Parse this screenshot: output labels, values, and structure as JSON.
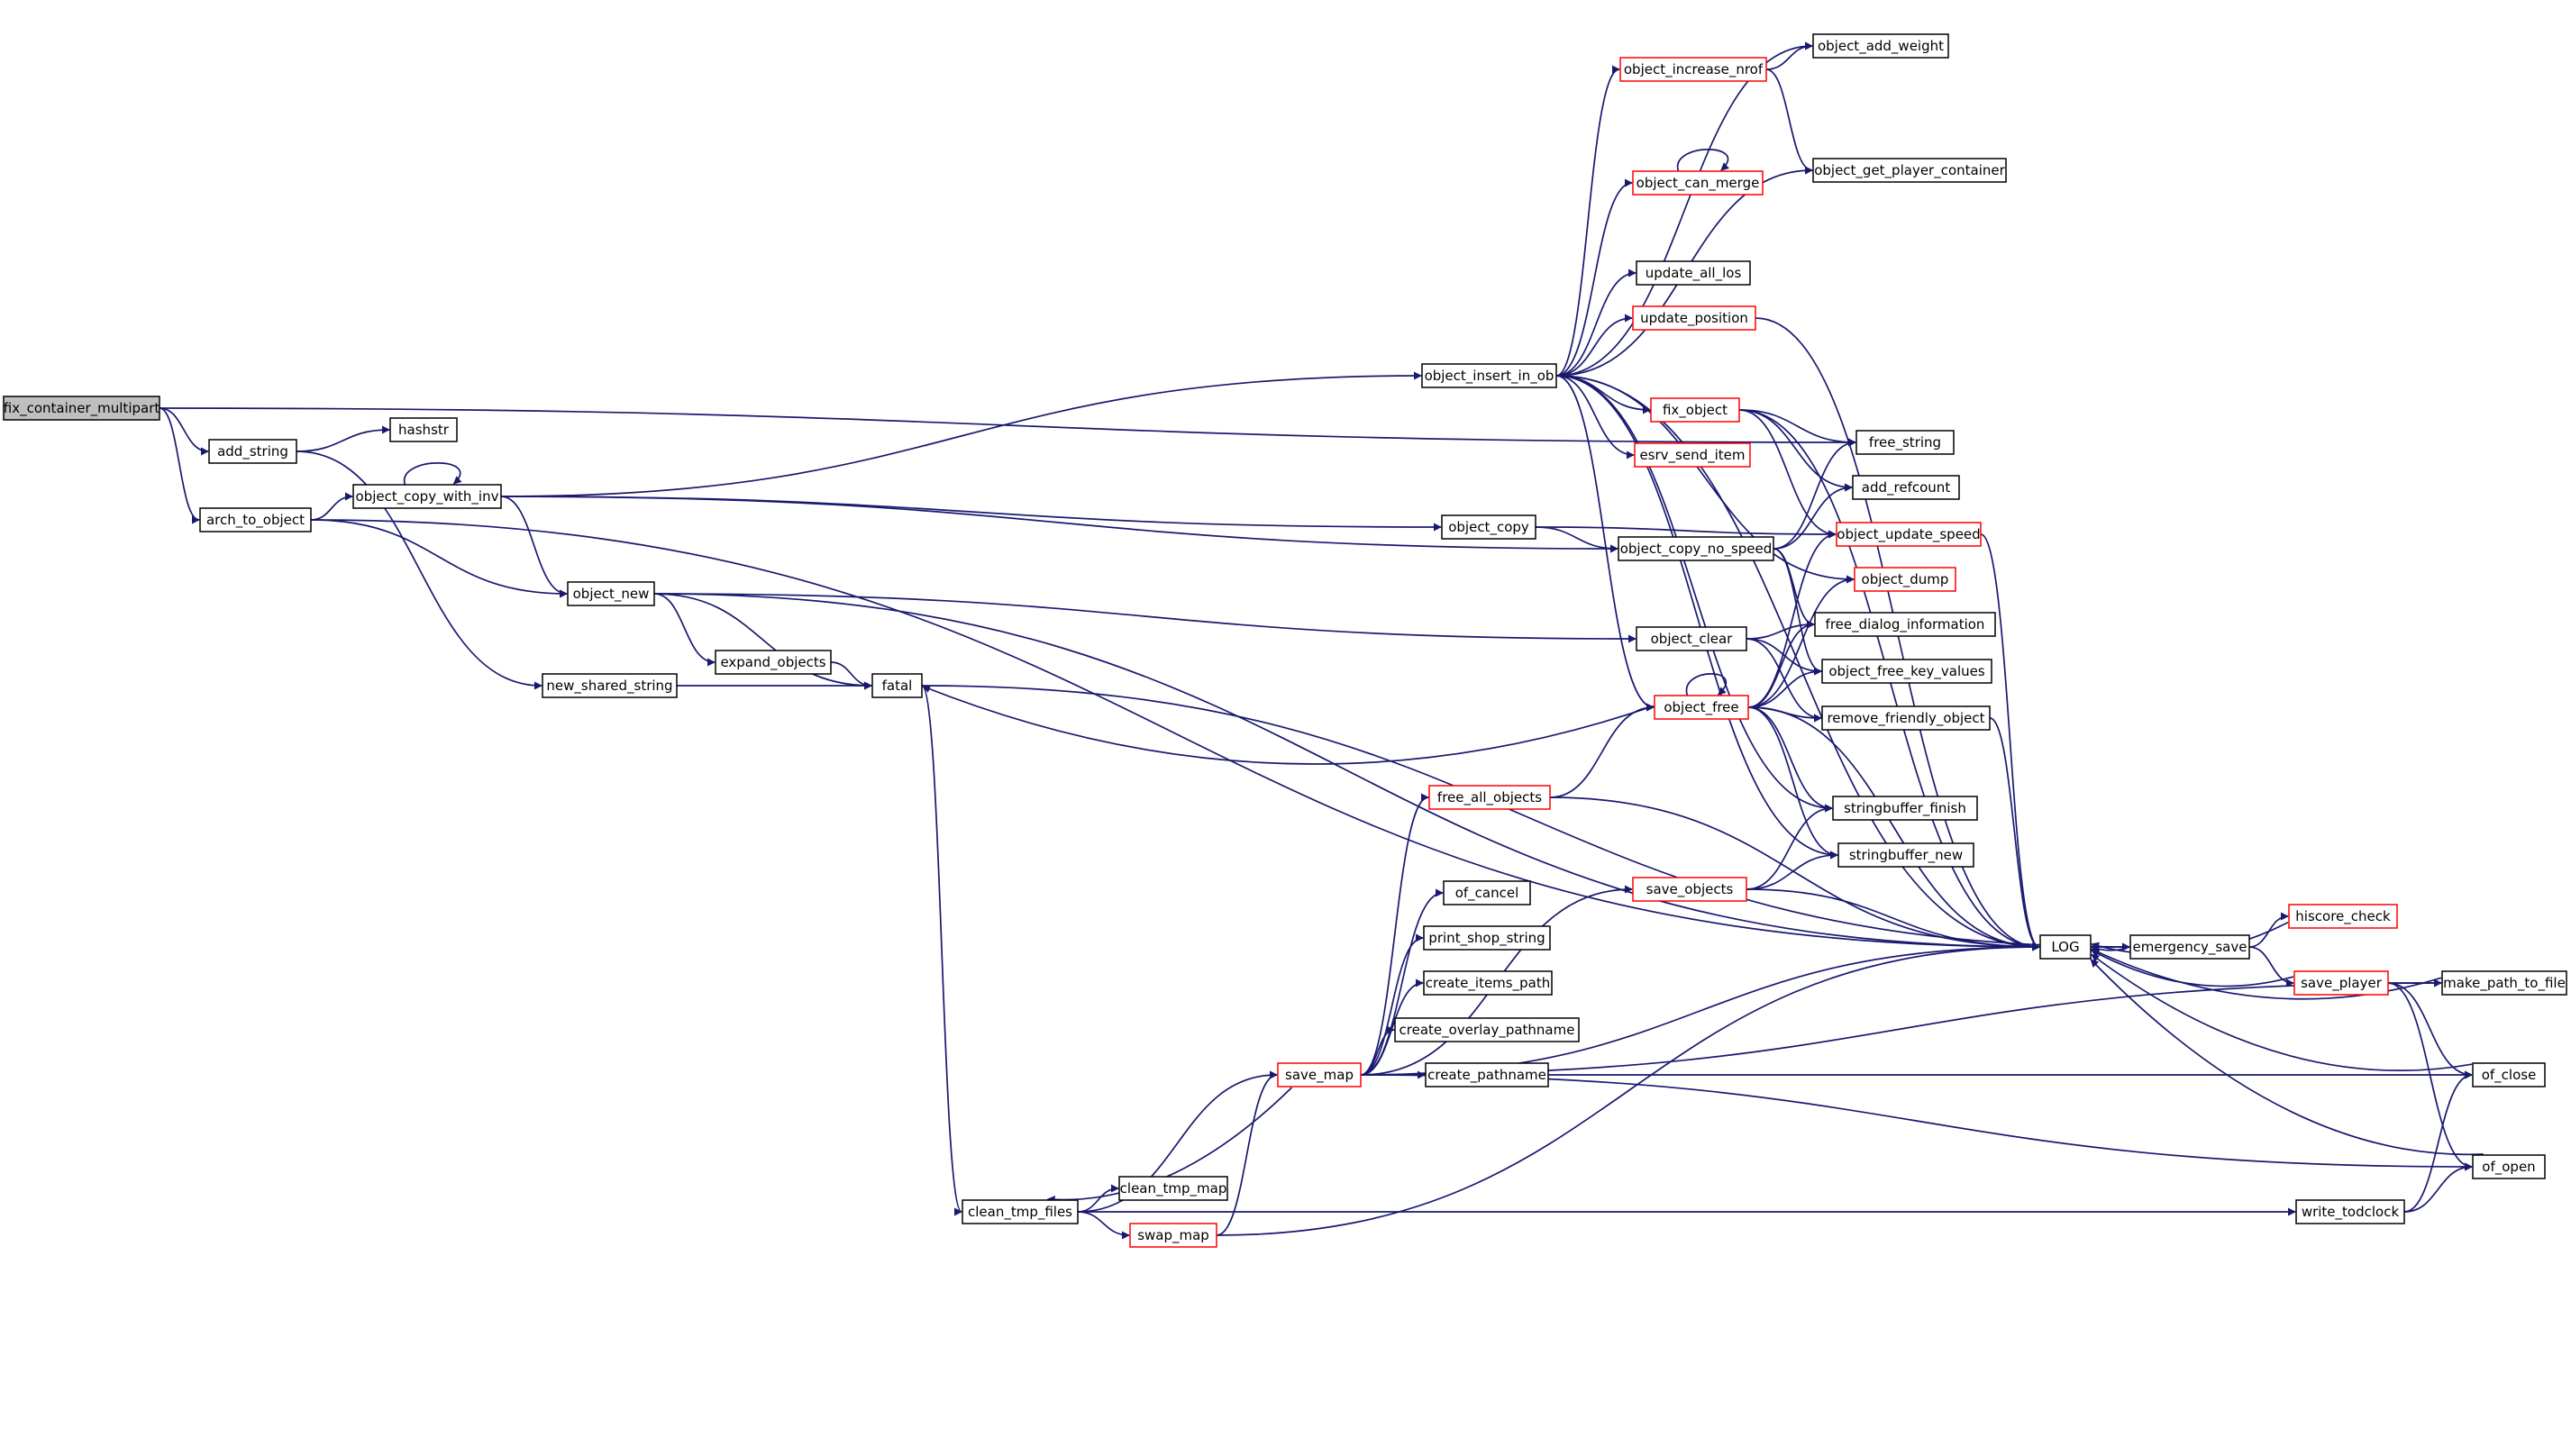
{
  "graph": {
    "edge_color": "#191970",
    "nodes": [
      {
        "id": "fix_container_multipart",
        "label": "fix_container_multipart",
        "border": "root"
      },
      {
        "id": "add_string",
        "label": "add_string",
        "border": "black"
      },
      {
        "id": "arch_to_object",
        "label": "arch_to_object",
        "border": "black"
      },
      {
        "id": "hashstr",
        "label": "hashstr",
        "border": "black"
      },
      {
        "id": "new_shared_string",
        "label": "new_shared_string",
        "border": "black"
      },
      {
        "id": "object_copy_with_inv",
        "label": "object_copy_with_inv",
        "border": "black"
      },
      {
        "id": "object_new",
        "label": "object_new",
        "border": "black"
      },
      {
        "id": "expand_objects",
        "label": "expand_objects",
        "border": "black"
      },
      {
        "id": "fatal",
        "label": "fatal",
        "border": "black"
      },
      {
        "id": "clean_tmp_files",
        "label": "clean_tmp_files",
        "border": "black"
      },
      {
        "id": "clean_tmp_map",
        "label": "clean_tmp_map",
        "border": "black"
      },
      {
        "id": "swap_map",
        "label": "swap_map",
        "border": "red"
      },
      {
        "id": "save_map",
        "label": "save_map",
        "border": "red"
      },
      {
        "id": "object_insert_in_ob",
        "label": "object_insert_in_ob",
        "border": "black"
      },
      {
        "id": "object_copy",
        "label": "object_copy",
        "border": "black"
      },
      {
        "id": "object_copy_no_speed",
        "label": "object_copy_no_speed",
        "border": "black"
      },
      {
        "id": "object_clear",
        "label": "object_clear",
        "border": "black"
      },
      {
        "id": "object_increase_nrof",
        "label": "object_increase_nrof",
        "border": "red"
      },
      {
        "id": "object_can_merge",
        "label": "object_can_merge",
        "border": "red"
      },
      {
        "id": "update_all_los",
        "label": "update_all_los",
        "border": "black"
      },
      {
        "id": "update_position",
        "label": "update_position",
        "border": "red"
      },
      {
        "id": "fix_object",
        "label": "fix_object",
        "border": "red"
      },
      {
        "id": "esrv_send_item",
        "label": "esrv_send_item",
        "border": "red"
      },
      {
        "id": "object_free",
        "label": "object_free",
        "border": "red"
      },
      {
        "id": "free_all_objects",
        "label": "free_all_objects",
        "border": "red"
      },
      {
        "id": "save_objects",
        "label": "save_objects",
        "border": "red"
      },
      {
        "id": "of_cancel",
        "label": "of_cancel",
        "border": "black"
      },
      {
        "id": "print_shop_string",
        "label": "print_shop_string",
        "border": "black"
      },
      {
        "id": "create_items_path",
        "label": "create_items_path",
        "border": "black"
      },
      {
        "id": "create_overlay_pathname",
        "label": "create_overlay_pathname",
        "border": "black"
      },
      {
        "id": "create_pathname",
        "label": "create_pathname",
        "border": "black"
      },
      {
        "id": "object_add_weight",
        "label": "object_add_weight",
        "border": "black"
      },
      {
        "id": "object_get_player_container",
        "label": "object_get_player_container",
        "border": "black"
      },
      {
        "id": "free_string",
        "label": "free_string",
        "border": "black"
      },
      {
        "id": "add_refcount",
        "label": "add_refcount",
        "border": "black"
      },
      {
        "id": "object_update_speed",
        "label": "object_update_speed",
        "border": "red"
      },
      {
        "id": "object_dump",
        "label": "object_dump",
        "border": "red"
      },
      {
        "id": "free_dialog_information",
        "label": "free_dialog_information",
        "border": "black"
      },
      {
        "id": "object_free_key_values",
        "label": "object_free_key_values",
        "border": "black"
      },
      {
        "id": "remove_friendly_object",
        "label": "remove_friendly_object",
        "border": "black"
      },
      {
        "id": "stringbuffer_finish",
        "label": "stringbuffer_finish",
        "border": "black"
      },
      {
        "id": "stringbuffer_new",
        "label": "stringbuffer_new",
        "border": "black"
      },
      {
        "id": "LOG",
        "label": "LOG",
        "border": "black"
      },
      {
        "id": "emergency_save",
        "label": "emergency_save",
        "border": "black"
      },
      {
        "id": "hiscore_check",
        "label": "hiscore_check",
        "border": "red"
      },
      {
        "id": "save_player",
        "label": "save_player",
        "border": "red"
      },
      {
        "id": "make_path_to_file",
        "label": "make_path_to_file",
        "border": "black"
      },
      {
        "id": "of_close",
        "label": "of_close",
        "border": "black"
      },
      {
        "id": "of_open",
        "label": "of_open",
        "border": "black"
      },
      {
        "id": "write_todclock",
        "label": "write_todclock",
        "border": "black"
      }
    ],
    "edges": [
      [
        "fix_container_multipart",
        "add_string"
      ],
      [
        "fix_container_multipart",
        "arch_to_object"
      ],
      [
        "fix_container_multipart",
        "free_string"
      ],
      [
        "add_string",
        "hashstr"
      ],
      [
        "add_string",
        "new_shared_string"
      ],
      [
        "arch_to_object",
        "object_copy_with_inv"
      ],
      [
        "arch_to_object",
        "object_new"
      ],
      [
        "arch_to_object",
        "LOG"
      ],
      [
        "new_shared_string",
        "fatal"
      ],
      [
        "object_copy_with_inv",
        "object_copy_with_inv"
      ],
      [
        "object_copy_with_inv",
        "object_insert_in_ob"
      ],
      [
        "object_copy_with_inv",
        "object_copy_no_speed"
      ],
      [
        "object_copy_with_inv",
        "object_copy"
      ],
      [
        "object_copy_with_inv",
        "object_new"
      ],
      [
        "object_new",
        "expand_objects"
      ],
      [
        "object_new",
        "fatal"
      ],
      [
        "object_new",
        "object_clear"
      ],
      [
        "object_new",
        "LOG"
      ],
      [
        "expand_objects",
        "fatal"
      ],
      [
        "fatal",
        "emergency_save"
      ],
      [
        "fatal",
        "clean_tmp_files"
      ],
      [
        "clean_tmp_files",
        "save_map"
      ],
      [
        "clean_tmp_files",
        "clean_tmp_map"
      ],
      [
        "clean_tmp_files",
        "swap_map"
      ],
      [
        "clean_tmp_files",
        "write_todclock"
      ],
      [
        "swap_map",
        "save_map"
      ],
      [
        "swap_map",
        "LOG"
      ],
      [
        "save_map",
        "free_all_objects"
      ],
      [
        "save_map",
        "save_objects"
      ],
      [
        "save_map",
        "of_cancel"
      ],
      [
        "save_map",
        "print_shop_string"
      ],
      [
        "save_map",
        "create_items_path"
      ],
      [
        "save_map",
        "create_overlay_pathname"
      ],
      [
        "save_map",
        "create_pathname"
      ],
      [
        "save_map",
        "LOG"
      ],
      [
        "save_map",
        "make_path_to_file"
      ],
      [
        "save_map",
        "of_close"
      ],
      [
        "save_map",
        "of_open"
      ],
      [
        "save_map",
        "clean_tmp_files"
      ],
      [
        "object_insert_in_ob",
        "object_increase_nrof"
      ],
      [
        "object_insert_in_ob",
        "object_can_merge"
      ],
      [
        "object_insert_in_ob",
        "update_all_los"
      ],
      [
        "object_insert_in_ob",
        "update_position"
      ],
      [
        "object_insert_in_ob",
        "fix_object"
      ],
      [
        "object_insert_in_ob",
        "esrv_send_item"
      ],
      [
        "object_insert_in_ob",
        "object_add_weight"
      ],
      [
        "object_insert_in_ob",
        "object_get_player_container"
      ],
      [
        "object_insert_in_ob",
        "LOG"
      ],
      [
        "object_insert_in_ob",
        "object_free"
      ],
      [
        "object_insert_in_ob",
        "object_dump"
      ],
      [
        "object_insert_in_ob",
        "stringbuffer_finish"
      ],
      [
        "object_insert_in_ob",
        "stringbuffer_new"
      ],
      [
        "object_increase_nrof",
        "object_add_weight"
      ],
      [
        "object_increase_nrof",
        "object_get_player_container"
      ],
      [
        "object_can_merge",
        "object_can_merge"
      ],
      [
        "update_position",
        "LOG"
      ],
      [
        "fix_object",
        "free_string"
      ],
      [
        "fix_object",
        "add_refcount"
      ],
      [
        "fix_object",
        "object_update_speed"
      ],
      [
        "fix_object",
        "LOG"
      ],
      [
        "object_copy",
        "object_copy_no_speed"
      ],
      [
        "object_copy",
        "object_update_speed"
      ],
      [
        "object_copy_no_speed",
        "free_string"
      ],
      [
        "object_copy_no_speed",
        "add_refcount"
      ],
      [
        "object_copy_no_speed",
        "free_dialog_information"
      ],
      [
        "object_copy_no_speed",
        "object_free_key_values"
      ],
      [
        "object_clear",
        "free_dialog_information"
      ],
      [
        "object_clear",
        "object_free_key_values"
      ],
      [
        "object_clear",
        "remove_friendly_object"
      ],
      [
        "object_free",
        "object_free"
      ],
      [
        "object_free",
        "object_update_speed"
      ],
      [
        "object_free",
        "object_dump"
      ],
      [
        "object_free",
        "free_dialog_information"
      ],
      [
        "object_free",
        "object_free_key_values"
      ],
      [
        "object_free",
        "remove_friendly_object"
      ],
      [
        "object_free",
        "stringbuffer_finish"
      ],
      [
        "object_free",
        "stringbuffer_new"
      ],
      [
        "object_free",
        "LOG"
      ],
      [
        "object_free",
        "fatal"
      ],
      [
        "free_all_objects",
        "object_free"
      ],
      [
        "free_all_objects",
        "LOG"
      ],
      [
        "save_objects",
        "stringbuffer_finish"
      ],
      [
        "save_objects",
        "stringbuffer_new"
      ],
      [
        "save_objects",
        "LOG"
      ],
      [
        "object_update_speed",
        "LOG"
      ],
      [
        "remove_friendly_object",
        "LOG"
      ],
      [
        "LOG",
        "emergency_save"
      ],
      [
        "emergency_save",
        "hiscore_check"
      ],
      [
        "emergency_save",
        "save_player"
      ],
      [
        "emergency_save",
        "LOG"
      ],
      [
        "hiscore_check",
        "LOG"
      ],
      [
        "save_player",
        "make_path_to_file"
      ],
      [
        "save_player",
        "of_close"
      ],
      [
        "save_player",
        "of_open"
      ],
      [
        "save_player",
        "LOG"
      ],
      [
        "make_path_to_file",
        "LOG"
      ],
      [
        "of_close",
        "LOG"
      ],
      [
        "of_open",
        "LOG"
      ],
      [
        "write_todclock",
        "of_close"
      ],
      [
        "write_todclock",
        "of_open"
      ]
    ]
  }
}
